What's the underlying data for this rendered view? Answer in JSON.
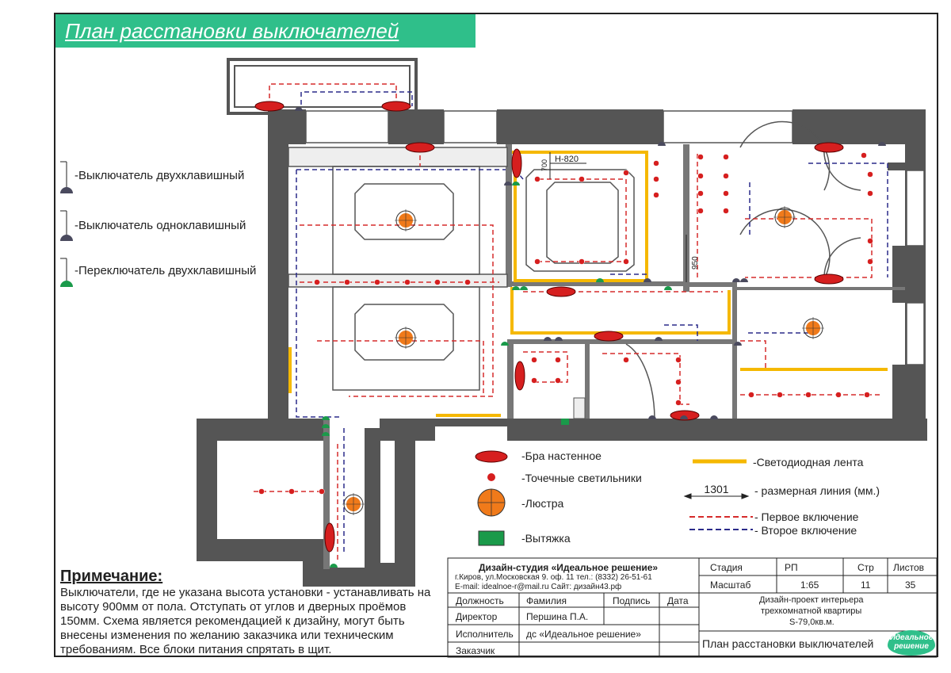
{
  "title": "План расстановки выключателей",
  "switch_legend": [
    {
      "label": "-Выключатель двухклавишный",
      "icon": "double-switch-icon",
      "color": "#4a4a5e"
    },
    {
      "label": "-Выключатель одноклавишный",
      "icon": "single-switch-icon",
      "color": "#4a4a5e"
    },
    {
      "label": "-Переключатель двухклавишный",
      "icon": "two-way-switch-icon",
      "color": "#1a9a4a"
    }
  ],
  "dimensions": {
    "h820": "H-820",
    "d700": "700",
    "d950": "950"
  },
  "light_legend": [
    {
      "label": "-Бра настенное",
      "icon": "wall-sconce-icon"
    },
    {
      "label": "-Точечные светильники",
      "icon": "spotlight-icon"
    },
    {
      "label": "-Люстра",
      "icon": "chandelier-icon"
    },
    {
      "label": "-Вытяжка",
      "icon": "hood-icon"
    }
  ],
  "line_legend": {
    "led": "-Светодиодная лента",
    "dim_value": "1301",
    "dim_label": "- размерная линия (мм.)",
    "first": "- Первое включение",
    "second": "- Второе включение"
  },
  "note": {
    "title": "Примечание:",
    "body": "Выключатели, где не указана высота установки - устанавливать на высоту 900мм от пола. Отступать от углов и дверных проёмов 150мм. Схема является рекомендацией к дизайну, могут быть внесены изменения по желанию заказчика или техническим требованиям. Все блоки питания спрятать в щит."
  },
  "stamp": {
    "company": "Дизайн-студия «Идеальное решение»",
    "address": "г.Киров, ул.Московская 9. оф. 11     тел.: (8332) 26-51-61",
    "contacts": "E-mail: idealnoe-r@mail.ru       Сайт: дизайн43.рф",
    "col_role": "Должность",
    "col_name": "Фамилия",
    "col_sign": "Подпись",
    "col_date": "Дата",
    "row1_role": "Директор",
    "row1_name": "Першина П.А.",
    "row2_role": "Исполнитель",
    "row2_name": "дс «Идеальное решение»",
    "row3_role": "Заказчик",
    "stage_label": "Стадия",
    "stage_value": "РП",
    "page_label": "Стр",
    "sheets_label": "Листов",
    "scale_label": "Масштаб",
    "scale_value": "1:65",
    "page_value": "11",
    "sheets_value": "35",
    "project_line1": "Дизайн-проект интерьера",
    "project_line2": "трехкомнатной квартиры",
    "project_line3": "S-79,0кв.м.",
    "sheet_title": "План расстановки выключателей",
    "logo_text": "Идеальное решение"
  },
  "colors": {
    "accent": "#2fbf8a",
    "wall": "#555555",
    "first_line": "#d62b2b",
    "second_line": "#2b2b8a",
    "led": "#f5b800",
    "chandelier": "#f07a1a",
    "sconce": "#d61f1f"
  }
}
